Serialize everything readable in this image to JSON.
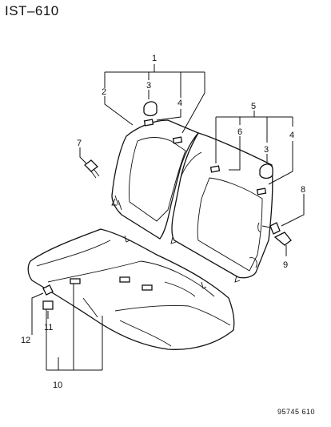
{
  "header": {
    "page_code": "IST–610"
  },
  "footer": {
    "diagram_code": "95745 610"
  },
  "callouts": {
    "c1": "1",
    "c2": "2",
    "c3a": "3",
    "c4a": "4",
    "c5": "5",
    "c6": "6",
    "c3b": "3",
    "c4b": "4",
    "c7": "7",
    "c8": "8",
    "c9": "9",
    "c10": "10",
    "c11": "11",
    "c12": "12"
  }
}
